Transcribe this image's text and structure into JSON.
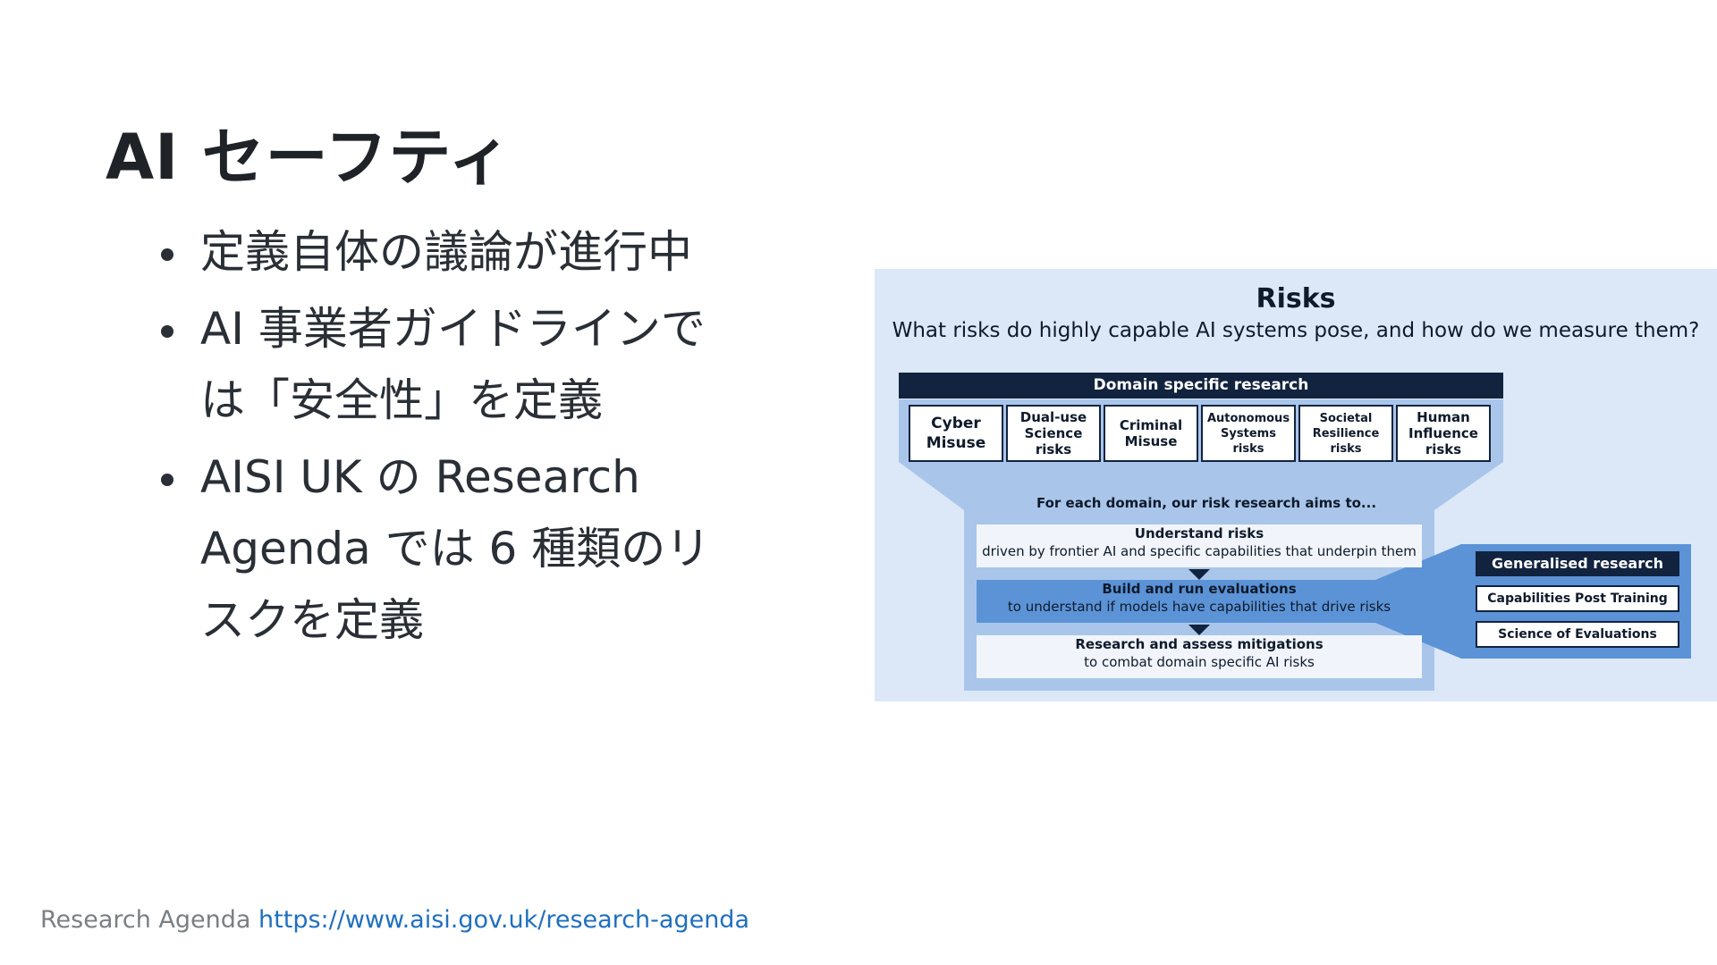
{
  "slide": {
    "title": "AI セーフティ",
    "bullets": [
      "定義自体の議論が進行中",
      "AI 事業者ガイドラインでは「安全性」を定義",
      "AISI UK の Research Agenda では 6 種類のリスクを定義"
    ]
  },
  "figure": {
    "title": "Risks",
    "subtitle": "What risks do highly capable AI systems pose, and how do we measure them?",
    "domain_header": "Domain specific research",
    "domains": [
      "Cyber Misuse",
      "Dual-use Science risks",
      "Criminal Misuse",
      "Autonomous Systems risks",
      "Societal Resilience risks",
      "Human Influence risks"
    ],
    "aims_label": "For each domain, our risk research aims to...",
    "steps": [
      {
        "title": "Understand risks",
        "detail": "driven by frontier AI and specific capabilities that underpin them"
      },
      {
        "title": "Build and run evaluations",
        "detail": "to understand if models have capabilities that drive risks"
      },
      {
        "title": "Research and assess mitigations",
        "detail": "to combat domain specific AI risks"
      }
    ],
    "generalised_header": "Generalised research",
    "generalised_items": [
      "Capabilities Post Training",
      "Science of Evaluations"
    ],
    "colors": {
      "dark": "#12233f",
      "light_bg": "#dce8f7",
      "mid": "#a9c6ea",
      "accent": "#5b93d6"
    }
  },
  "footer": {
    "label": "Research Agenda",
    "link_text": "https://www.aisi.gov.uk/research-agenda"
  }
}
